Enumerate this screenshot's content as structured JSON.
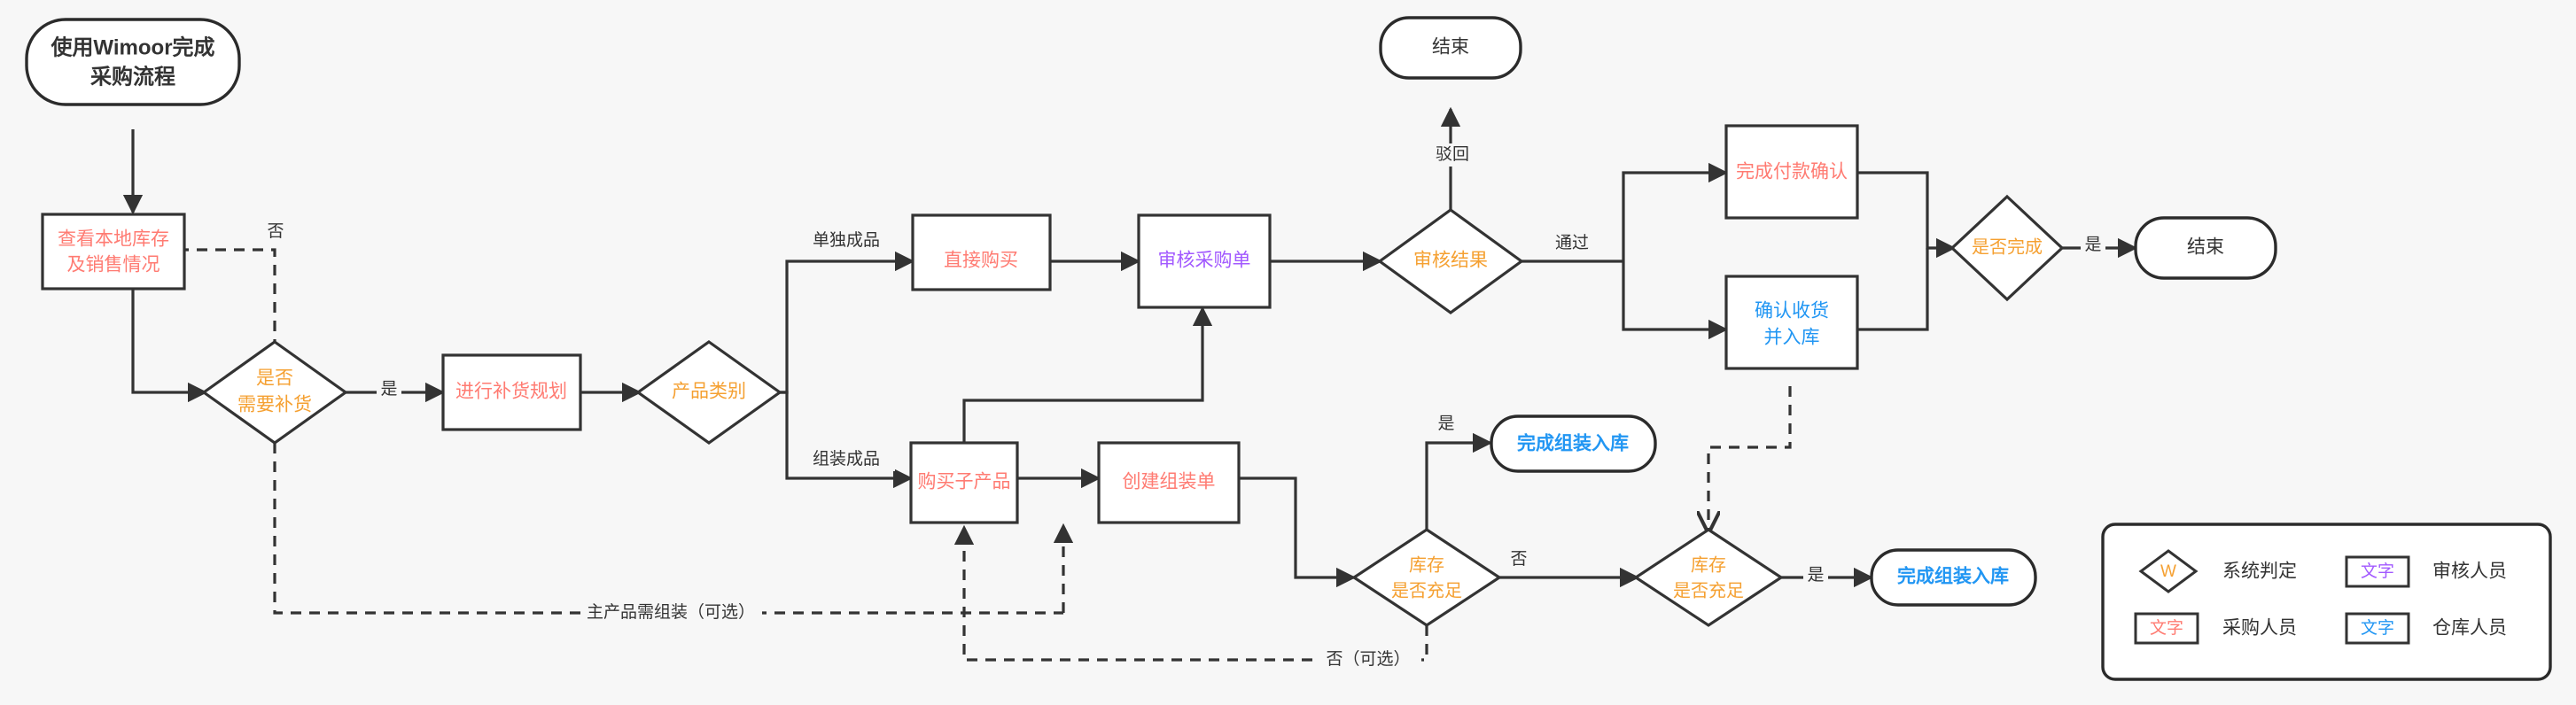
{
  "diagram": {
    "title": "使用Wimoor完成采购流程",
    "background_color": "#f7f7f7",
    "stroke_color": "#333333",
    "role_colors": {
      "system_decision": "#F5A031",
      "purchaser": "#FF7B72",
      "auditor": "#A259FF",
      "warehouse": "#2196F3",
      "neutral": "#333333"
    }
  },
  "nodes": {
    "start": {
      "label_line1": "使用Wimoor完成",
      "label_line2": "采购流程",
      "shape": "rounded",
      "color": "#333333"
    },
    "check_stock": {
      "label_line1": "查看本地库存",
      "label_line2": "及销售情况",
      "shape": "rect",
      "color": "#FF7B72"
    },
    "need_restock": {
      "label_line1": "是否",
      "label_line2": "需要补货",
      "shape": "diamond",
      "color": "#F5A031"
    },
    "restock_plan": {
      "label_line1": "进行补货规划",
      "shape": "rect",
      "color": "#FF7B72"
    },
    "product_type": {
      "label_line1": "产品类别",
      "shape": "diamond",
      "color": "#F5A031"
    },
    "direct_buy": {
      "label_line1": "直接购买",
      "shape": "rect",
      "color": "#FF7B72"
    },
    "audit_po": {
      "label_line1": "审核采购单",
      "shape": "rect",
      "color": "#A259FF"
    },
    "audit_result": {
      "label_line1": "审核结果",
      "shape": "diamond",
      "color": "#F5A031"
    },
    "end_top": {
      "label_line1": "结束",
      "shape": "rounded",
      "color": "#333333"
    },
    "pay_confirm": {
      "label_line1": "完成付款确认",
      "shape": "rect",
      "color": "#FF7B72"
    },
    "receive_stock": {
      "label_line1": "确认收货",
      "label_line2": "并入库",
      "shape": "rect",
      "color": "#2196F3"
    },
    "is_done": {
      "label_line1": "是否完成",
      "shape": "diamond",
      "color": "#F5A031"
    },
    "end_right": {
      "label_line1": "结束",
      "shape": "rounded",
      "color": "#333333"
    },
    "buy_sub": {
      "label_line1": "购买子产品",
      "shape": "rect",
      "color": "#FF7B72"
    },
    "create_assembly": {
      "label_line1": "创建组装单",
      "shape": "rect",
      "color": "#FF7B72"
    },
    "stock_enough_1": {
      "label_line1": "库存",
      "label_line2": "是否充足",
      "shape": "diamond",
      "color": "#F5A031"
    },
    "stock_enough_2": {
      "label_line1": "库存",
      "label_line2": "是否充足",
      "shape": "diamond",
      "color": "#F5A031"
    },
    "assembly_done_1": {
      "label_line1": "完成组装入库",
      "shape": "rounded",
      "color": "#2196F3"
    },
    "assembly_done_2": {
      "label_line1": "完成组装入库",
      "shape": "rounded",
      "color": "#2196F3"
    }
  },
  "edge_labels": {
    "no_restock": "否",
    "yes_restock": "是",
    "single_finished": "单独成品",
    "assembled_finished": "组装成品",
    "rejected": "驳回",
    "passed": "通过",
    "done_yes": "是",
    "stock_yes_1": "是",
    "stock_no": "否",
    "stock_yes_2": "是",
    "main_needs_assembly": "主产品需组装（可选）",
    "no_optional": "否（可选）"
  },
  "legend": {
    "items": [
      {
        "glyph": "W",
        "shape": "diamond",
        "text_color": "#F5A031",
        "label": "系统判定"
      },
      {
        "glyph": "文字",
        "shape": "rect",
        "text_color": "#A259FF",
        "label": "审核人员"
      },
      {
        "glyph": "文字",
        "shape": "rect",
        "text_color": "#FF7B72",
        "label": "采购人员"
      },
      {
        "glyph": "文字",
        "shape": "rect",
        "text_color": "#2196F3",
        "label": "仓库人员"
      }
    ]
  }
}
